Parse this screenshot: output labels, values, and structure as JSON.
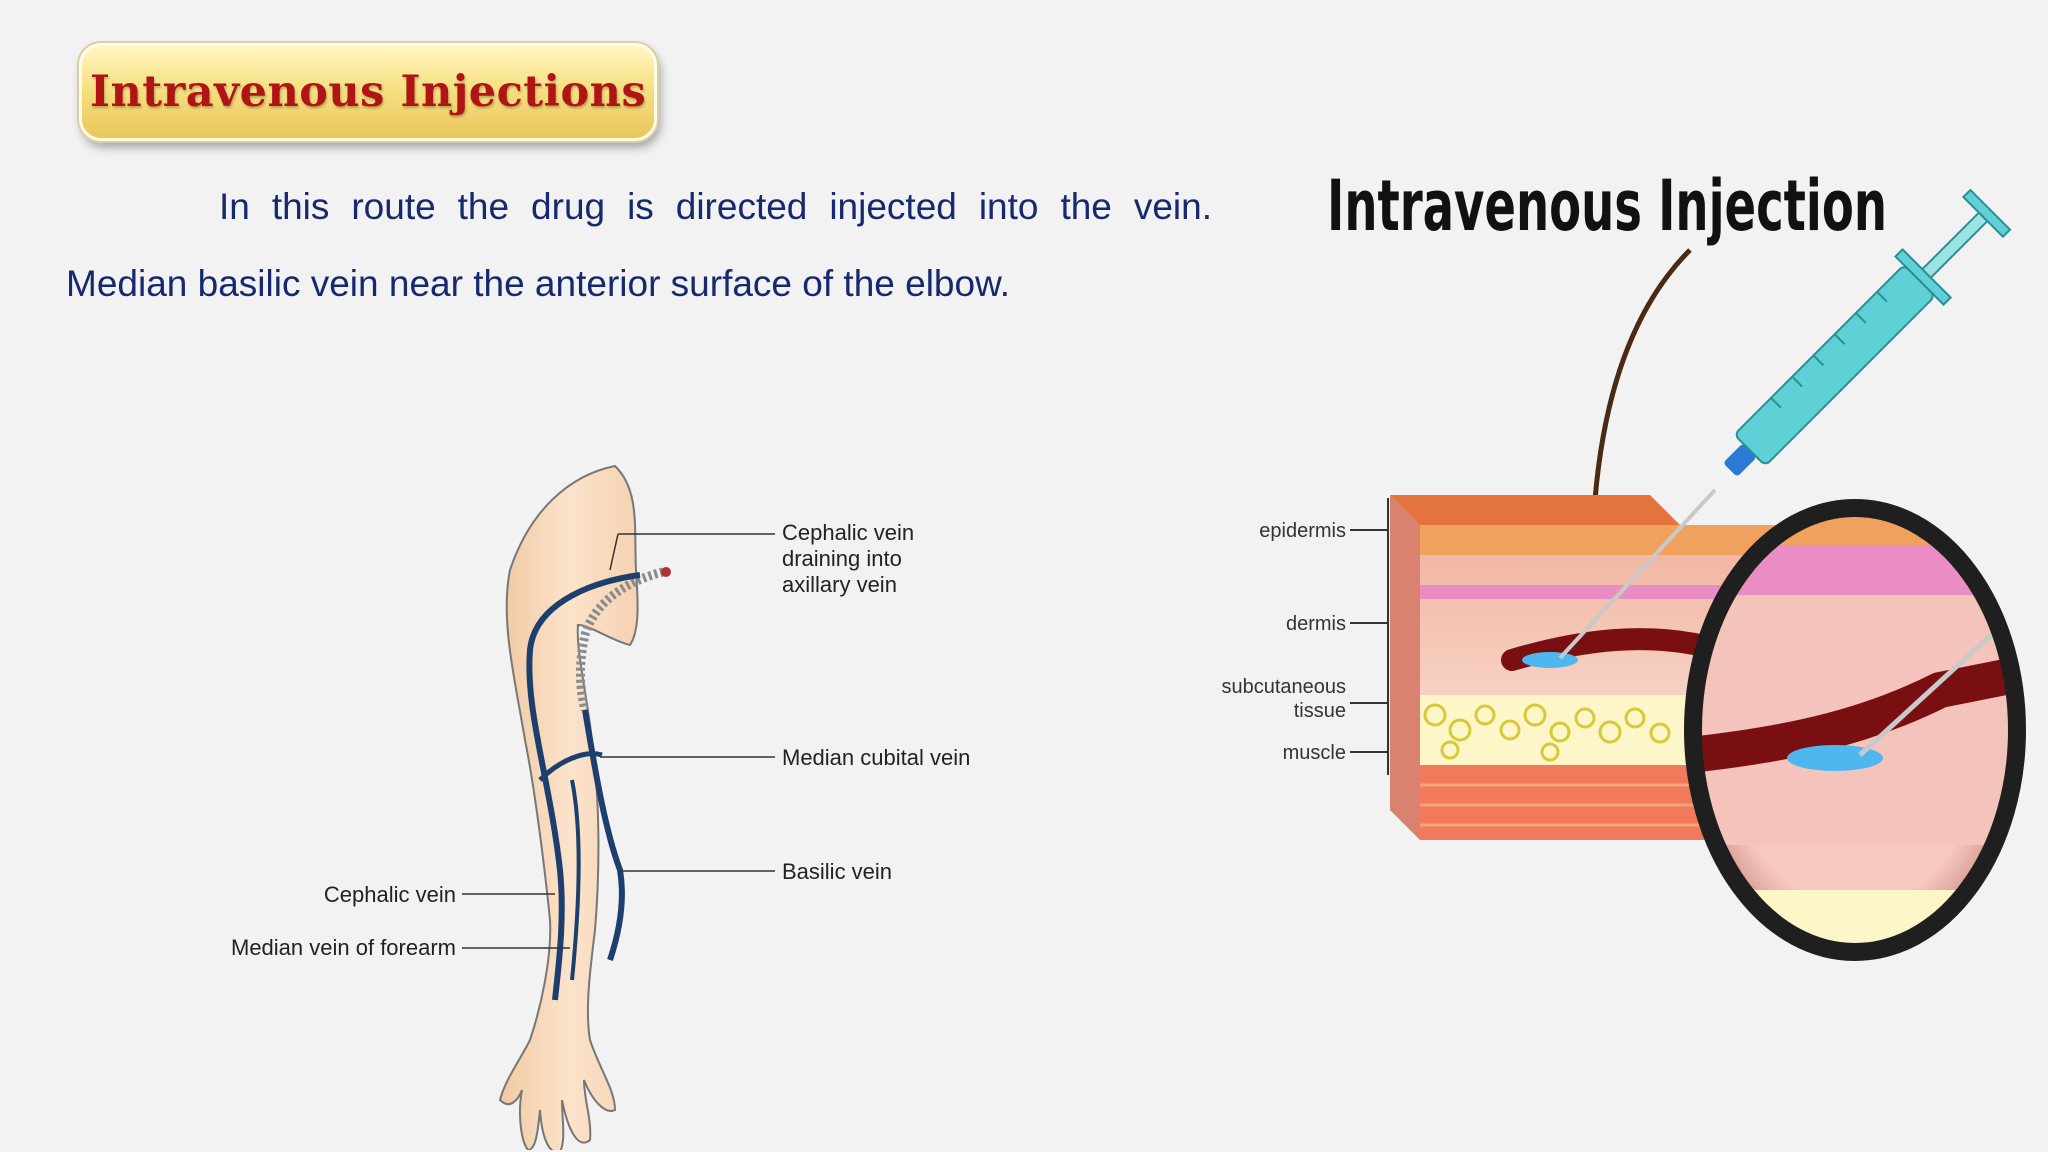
{
  "slide": {
    "title": "Intravenous Injections",
    "paragraph_line1": "In this route the drug is directed injected into the vein.",
    "paragraph_line2": "Median basilic vein near the anterior surface of the elbow."
  },
  "arm_figure": {
    "labels": {
      "cephalic_axillary_1": "Cephalic vein",
      "cephalic_axillary_2": "draining into",
      "cephalic_axillary_3": "axillary vein",
      "median_cubital": "Median cubital vein",
      "basilic": "Basilic vein",
      "cephalic": "Cephalic vein",
      "median_forearm": "Median vein of forearm"
    }
  },
  "injection_figure": {
    "heading": "Intravenous Injection",
    "layers": {
      "epidermis": "epidermis",
      "dermis": "dermis",
      "subcutaneous_1": "subcutaneous",
      "subcutaneous_2": "tissue",
      "muscle": "muscle"
    }
  },
  "colors": {
    "title_text": "#b01414",
    "body_text": "#16286e",
    "badge_gold": "#f7e184",
    "vein_blue": "#1d3f6e",
    "syringe_cyan": "#5fd0d6"
  }
}
